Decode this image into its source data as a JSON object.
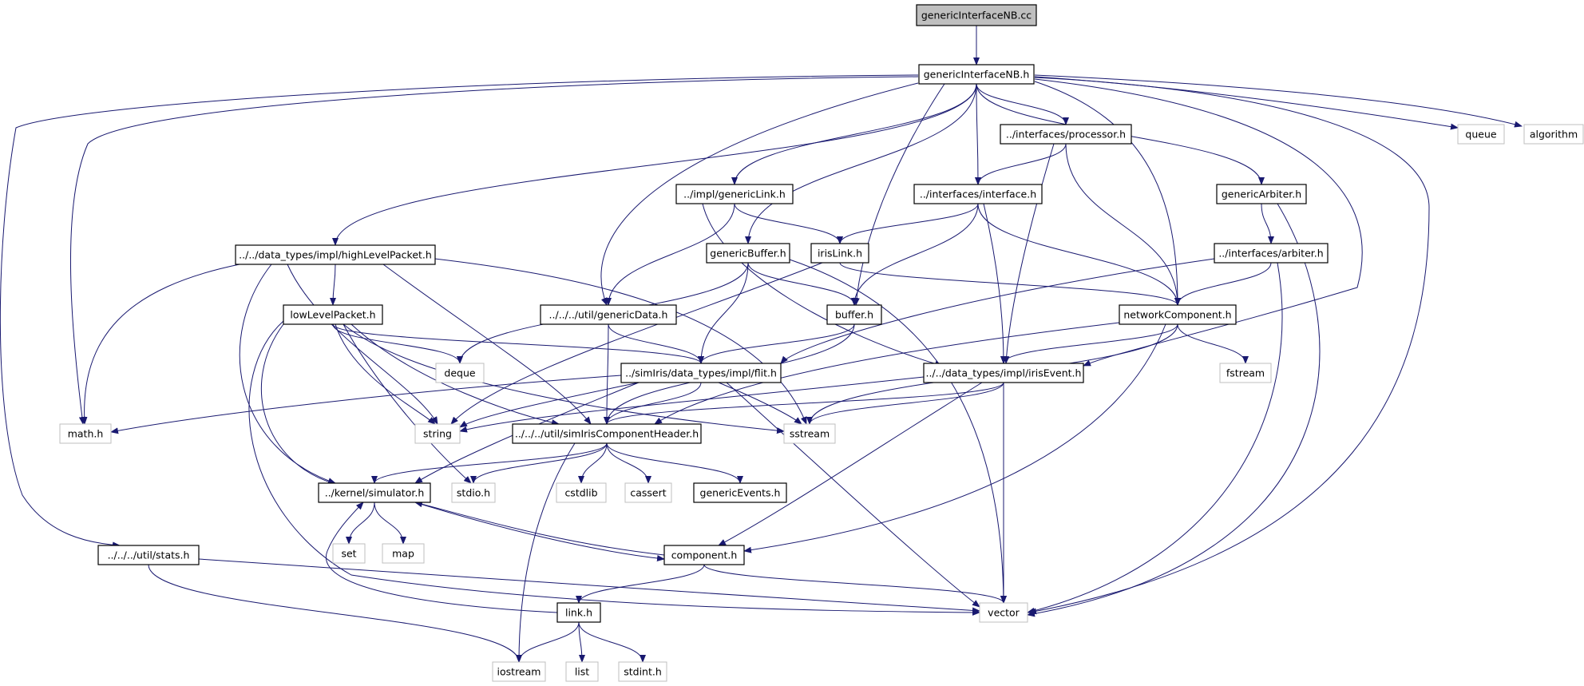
{
  "nodes": [
    {
      "id": "root",
      "label": "genericInterfaceNB.cc",
      "kind": "root"
    },
    {
      "id": "gih",
      "label": "genericInterfaceNB.h",
      "kind": "internal"
    },
    {
      "id": "proc",
      "label": "../interfaces/processor.h",
      "kind": "internal"
    },
    {
      "id": "queue",
      "label": "queue",
      "kind": "external"
    },
    {
      "id": "algorithm",
      "label": "algorithm",
      "kind": "external"
    },
    {
      "id": "glink",
      "label": "../impl/genericLink.h",
      "kind": "internal"
    },
    {
      "id": "iface",
      "label": "../interfaces/interface.h",
      "kind": "internal"
    },
    {
      "id": "garb",
      "label": "genericArbiter.h",
      "kind": "internal"
    },
    {
      "id": "hlp",
      "label": "../../data_types/impl/highLevelPacket.h",
      "kind": "internal"
    },
    {
      "id": "gbuf",
      "label": "genericBuffer.h",
      "kind": "internal"
    },
    {
      "id": "iris",
      "label": "irisLink.h",
      "kind": "internal"
    },
    {
      "id": "arb",
      "label": "../interfaces/arbiter.h",
      "kind": "internal"
    },
    {
      "id": "llp",
      "label": "lowLevelPacket.h",
      "kind": "internal"
    },
    {
      "id": "gdata",
      "label": "../../../util/genericData.h",
      "kind": "internal"
    },
    {
      "id": "buffer",
      "label": "buffer.h",
      "kind": "internal"
    },
    {
      "id": "netc",
      "label": "networkComponent.h",
      "kind": "internal"
    },
    {
      "id": "deque",
      "label": "deque",
      "kind": "external"
    },
    {
      "id": "flit",
      "label": "../simIris/data_types/impl/flit.h",
      "kind": "internal"
    },
    {
      "id": "irisev",
      "label": "../../data_types/impl/irisEvent.h",
      "kind": "internal"
    },
    {
      "id": "fstream",
      "label": "fstream",
      "kind": "external"
    },
    {
      "id": "math",
      "label": "math.h",
      "kind": "external"
    },
    {
      "id": "string",
      "label": "string",
      "kind": "external"
    },
    {
      "id": "sich",
      "label": "../../../util/simIrisComponentHeader.h",
      "kind": "internal"
    },
    {
      "id": "sstream",
      "label": "sstream",
      "kind": "external"
    },
    {
      "id": "sim",
      "label": "../kernel/simulator.h",
      "kind": "internal"
    },
    {
      "id": "stdio",
      "label": "stdio.h",
      "kind": "external"
    },
    {
      "id": "cstdlib",
      "label": "cstdlib",
      "kind": "external"
    },
    {
      "id": "cassert",
      "label": "cassert",
      "kind": "external"
    },
    {
      "id": "gevents",
      "label": "genericEvents.h",
      "kind": "internal"
    },
    {
      "id": "set",
      "label": "set",
      "kind": "external"
    },
    {
      "id": "map",
      "label": "map",
      "kind": "external"
    },
    {
      "id": "stats",
      "label": "../../../util/stats.h",
      "kind": "internal"
    },
    {
      "id": "comp",
      "label": "component.h",
      "kind": "internal"
    },
    {
      "id": "vector",
      "label": "vector",
      "kind": "external"
    },
    {
      "id": "link",
      "label": "link.h",
      "kind": "internal"
    },
    {
      "id": "iostream",
      "label": "iostream",
      "kind": "external"
    },
    {
      "id": "list",
      "label": "list",
      "kind": "external"
    },
    {
      "id": "stdint",
      "label": "stdint.h",
      "kind": "external"
    }
  ],
  "edges": [
    [
      "root",
      "gih"
    ],
    [
      "gih",
      "proc"
    ],
    [
      "gih",
      "queue"
    ],
    [
      "gih",
      "algorithm"
    ],
    [
      "gih",
      "glink"
    ],
    [
      "gih",
      "iface"
    ],
    [
      "gih",
      "garb"
    ],
    [
      "gih",
      "hlp"
    ],
    [
      "gih",
      "gbuf"
    ],
    [
      "gih",
      "gdata"
    ],
    [
      "gih",
      "buffer"
    ],
    [
      "gih",
      "netc"
    ],
    [
      "gih",
      "irisev"
    ],
    [
      "gih",
      "math"
    ],
    [
      "gih",
      "stats"
    ],
    [
      "gih",
      "vector"
    ],
    [
      "proc",
      "iface"
    ],
    [
      "proc",
      "netc"
    ],
    [
      "proc",
      "irisev"
    ],
    [
      "glink",
      "iris"
    ],
    [
      "glink",
      "gdata"
    ],
    [
      "glink",
      "irisev"
    ],
    [
      "iface",
      "iris"
    ],
    [
      "iface",
      "buffer"
    ],
    [
      "iface",
      "netc"
    ],
    [
      "iface",
      "irisev"
    ],
    [
      "garb",
      "arb"
    ],
    [
      "garb",
      "vector"
    ],
    [
      "arb",
      "netc"
    ],
    [
      "arb",
      "flit"
    ],
    [
      "arb",
      "vector"
    ],
    [
      "hlp",
      "llp"
    ],
    [
      "hlp",
      "math"
    ],
    [
      "hlp",
      "string"
    ],
    [
      "hlp",
      "sstream"
    ],
    [
      "hlp",
      "sich"
    ],
    [
      "hlp",
      "sim"
    ],
    [
      "gbuf",
      "buffer"
    ],
    [
      "gbuf",
      "flit"
    ],
    [
      "gbuf",
      "deque"
    ],
    [
      "gbuf",
      "vector"
    ],
    [
      "iris",
      "netc"
    ],
    [
      "iris",
      "string"
    ],
    [
      "llp",
      "deque"
    ],
    [
      "llp",
      "flit"
    ],
    [
      "llp",
      "string"
    ],
    [
      "llp",
      "sich"
    ],
    [
      "llp",
      "sstream"
    ],
    [
      "llp",
      "stdio"
    ],
    [
      "llp",
      "sim"
    ],
    [
      "llp",
      "vector"
    ],
    [
      "gdata",
      "flit"
    ],
    [
      "gdata",
      "sich"
    ],
    [
      "buffer",
      "flit"
    ],
    [
      "buffer",
      "sich"
    ],
    [
      "netc",
      "irisev"
    ],
    [
      "netc",
      "fstream"
    ],
    [
      "netc",
      "sstream"
    ],
    [
      "netc",
      "comp"
    ],
    [
      "netc",
      "sich"
    ],
    [
      "flit",
      "math"
    ],
    [
      "flit",
      "string"
    ],
    [
      "flit",
      "sich"
    ],
    [
      "flit",
      "sstream"
    ],
    [
      "flit",
      "sim"
    ],
    [
      "flit",
      "vector"
    ],
    [
      "irisev",
      "sich"
    ],
    [
      "irisev",
      "sstream"
    ],
    [
      "irisev",
      "string"
    ],
    [
      "irisev",
      "vector"
    ],
    [
      "irisev",
      "comp"
    ],
    [
      "sich",
      "sim"
    ],
    [
      "sich",
      "stdio"
    ],
    [
      "sich",
      "cstdlib"
    ],
    [
      "sich",
      "cassert"
    ],
    [
      "sich",
      "gevents"
    ],
    [
      "sich",
      "iostream"
    ],
    [
      "sim",
      "set"
    ],
    [
      "sim",
      "map"
    ],
    [
      "sim",
      "comp"
    ],
    [
      "stats",
      "vector"
    ],
    [
      "stats",
      "iostream"
    ],
    [
      "comp",
      "sim"
    ],
    [
      "comp",
      "link"
    ],
    [
      "comp",
      "vector"
    ],
    [
      "link",
      "sim"
    ],
    [
      "link",
      "iostream"
    ],
    [
      "link",
      "list"
    ],
    [
      "link",
      "stdint"
    ]
  ]
}
